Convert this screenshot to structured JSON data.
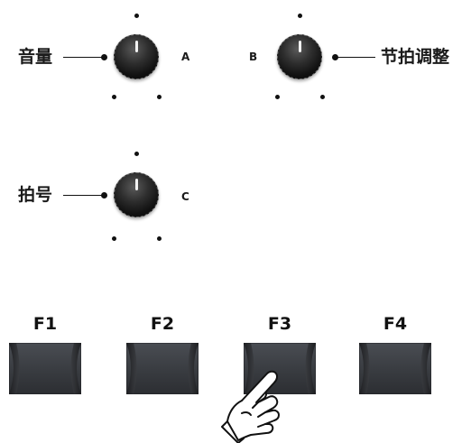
{
  "knobs": {
    "volume": {
      "label": "音量",
      "marker": "A"
    },
    "tempo": {
      "label": "节拍调整",
      "marker": "B"
    },
    "beat": {
      "label": "拍号",
      "marker": "C"
    }
  },
  "function_keys": [
    {
      "label": "F1"
    },
    {
      "label": "F2"
    },
    {
      "label": "F3"
    },
    {
      "label": "F4"
    }
  ],
  "pressed_key": "F3",
  "colors": {
    "knob_body": "#1a1a1a",
    "key_body": "#3a3d42",
    "ink": "#111111"
  }
}
